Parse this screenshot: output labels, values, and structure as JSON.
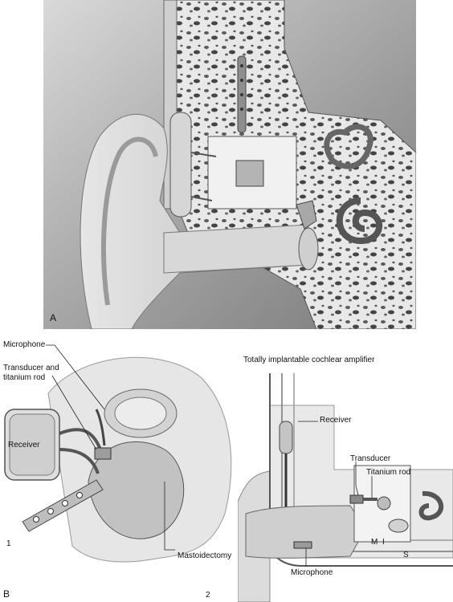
{
  "panel_a": {
    "letter": "A"
  },
  "panel_b": {
    "letter": "B",
    "sub1": {
      "number": "1",
      "labels": {
        "microphone": "Microphone",
        "transducer": "Transducer and\ntitanium rod",
        "receiver": "Receiver",
        "mastoidectomy": "Mastoidectomy"
      }
    },
    "sub2": {
      "number": "2",
      "title": "Totally implantable cochlear amplifier",
      "labels": {
        "receiver": "Receiver",
        "transducer": "Transducer",
        "titanium_rod": "Titanium rod",
        "microphone": "Microphone",
        "m": "M",
        "i": "I",
        "s": "S"
      }
    }
  }
}
